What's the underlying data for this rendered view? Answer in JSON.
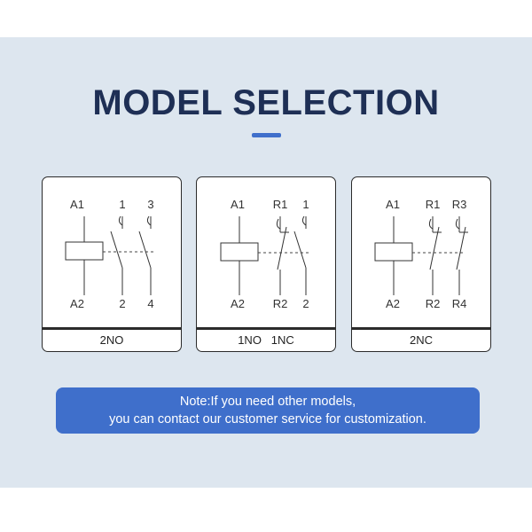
{
  "title": "MODEL SELECTION",
  "colors": {
    "accent": "#3f6fcb",
    "title": "#1e2f55",
    "panel": "#dde6ef",
    "line": "#333333"
  },
  "cards": [
    {
      "caption": "2NO",
      "labels": {
        "coil_top": "A1",
        "coil_bottom": "A2",
        "s1_top": "1",
        "s1_bottom": "2",
        "s2_top": "3",
        "s2_bottom": "4"
      }
    },
    {
      "caption": "1NO   1NC",
      "labels": {
        "coil_top": "A1",
        "coil_bottom": "A2",
        "s1_top": "R1",
        "s1_bottom": "R2",
        "s2_top": "1",
        "s2_bottom": "2"
      }
    },
    {
      "caption": "2NC",
      "labels": {
        "coil_top": "A1",
        "coil_bottom": "A2",
        "s1_top": "R1",
        "s1_bottom": "R2",
        "s2_top": "R3",
        "s2_bottom": "R4"
      }
    }
  ],
  "note": {
    "line1": "Note:If you need other models,",
    "line2": "you can contact our customer service for customization."
  }
}
